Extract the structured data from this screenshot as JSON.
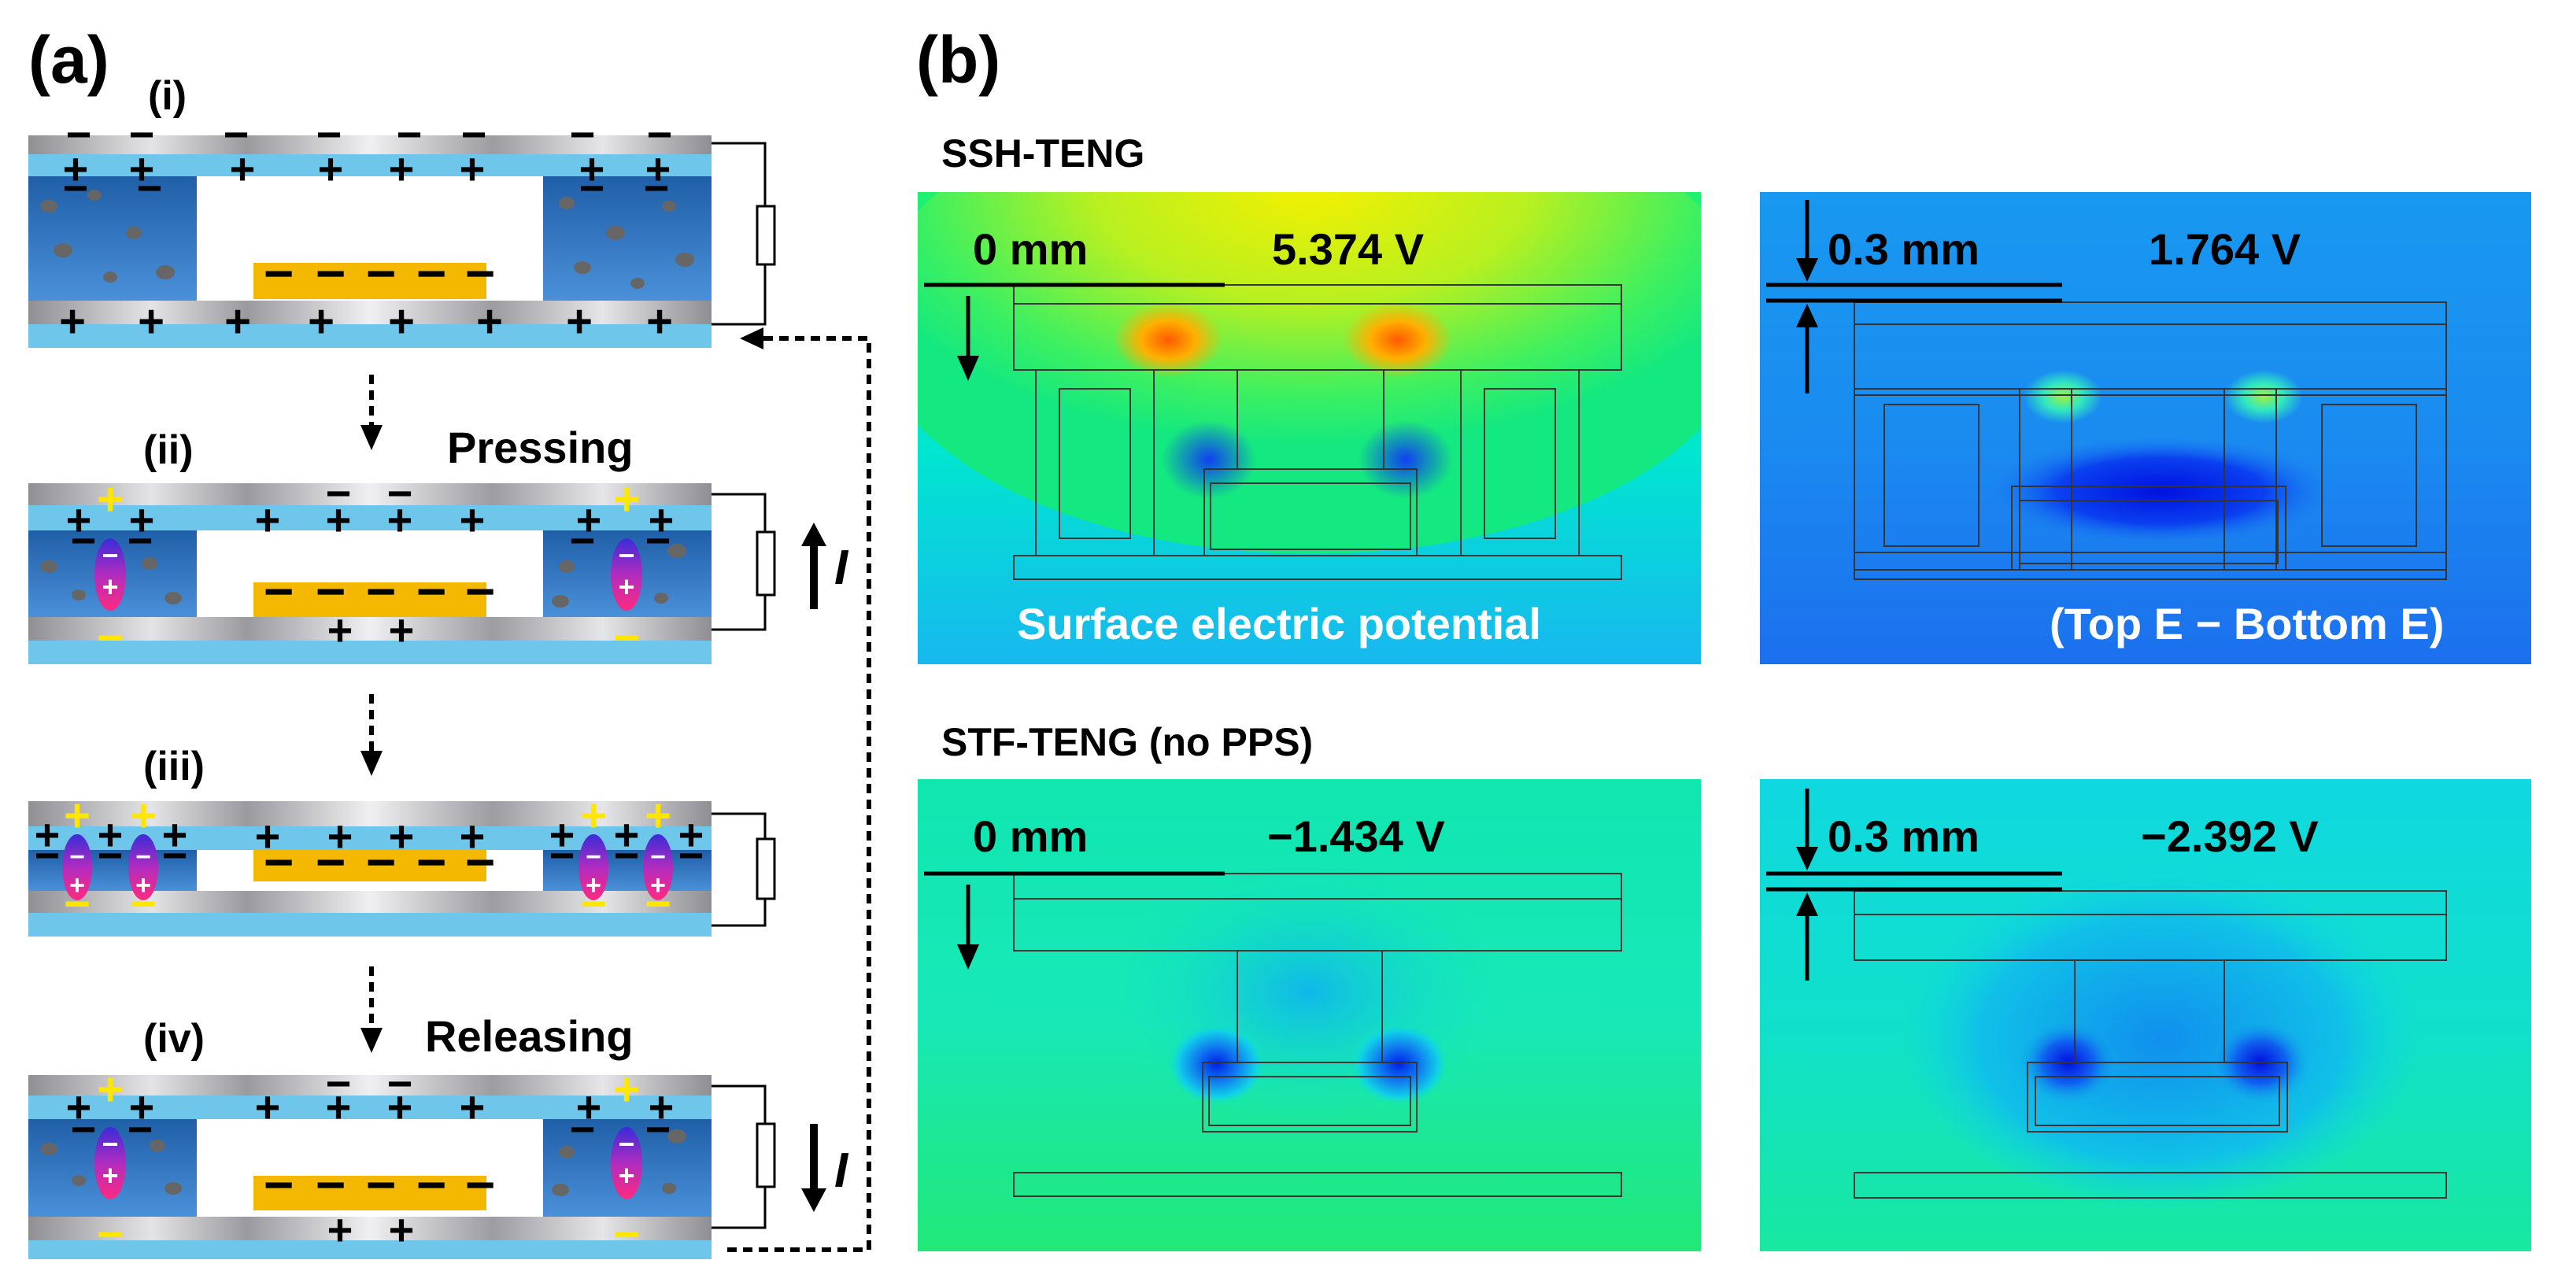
{
  "panel_a": {
    "label": "(a)",
    "steps": [
      {
        "roman": "(i)",
        "action": ""
      },
      {
        "roman": "(ii)",
        "action": "Pressing"
      },
      {
        "roman": "(iii)",
        "action": ""
      },
      {
        "roman": "(iv)",
        "action": "Releasing"
      }
    ],
    "current_symbol": "I",
    "plus": "+",
    "minus": "−"
  },
  "panel_b": {
    "label": "(b)",
    "rows": [
      {
        "title": "SSH-TENG",
        "maps": [
          {
            "distance": "0 mm",
            "voltage": "5.374 V",
            "caption": "Surface electric potential"
          },
          {
            "distance": "0.3 mm",
            "voltage": "1.764 V",
            "caption": "(Top E − Bottom E)"
          }
        ]
      },
      {
        "title": "STF-TENG  (no PPS)",
        "maps": [
          {
            "distance": "0 mm",
            "voltage": "−1.434 V",
            "caption": ""
          },
          {
            "distance": "0.3 mm",
            "voltage": "−2.392 V",
            "caption": ""
          }
        ]
      }
    ]
  },
  "colors": {
    "electrode_gray": "#a7a7ab",
    "dielectric_blue": "#6ec6ea",
    "sponge_blue": "#2d6fb8",
    "gold": "#f5b800",
    "yellow_charge": "#ffe600",
    "ssh_yellow": "#e8f000",
    "field_cyan": "#00e0e8",
    "field_blue": "#1070f0",
    "field_green": "#20e870"
  }
}
